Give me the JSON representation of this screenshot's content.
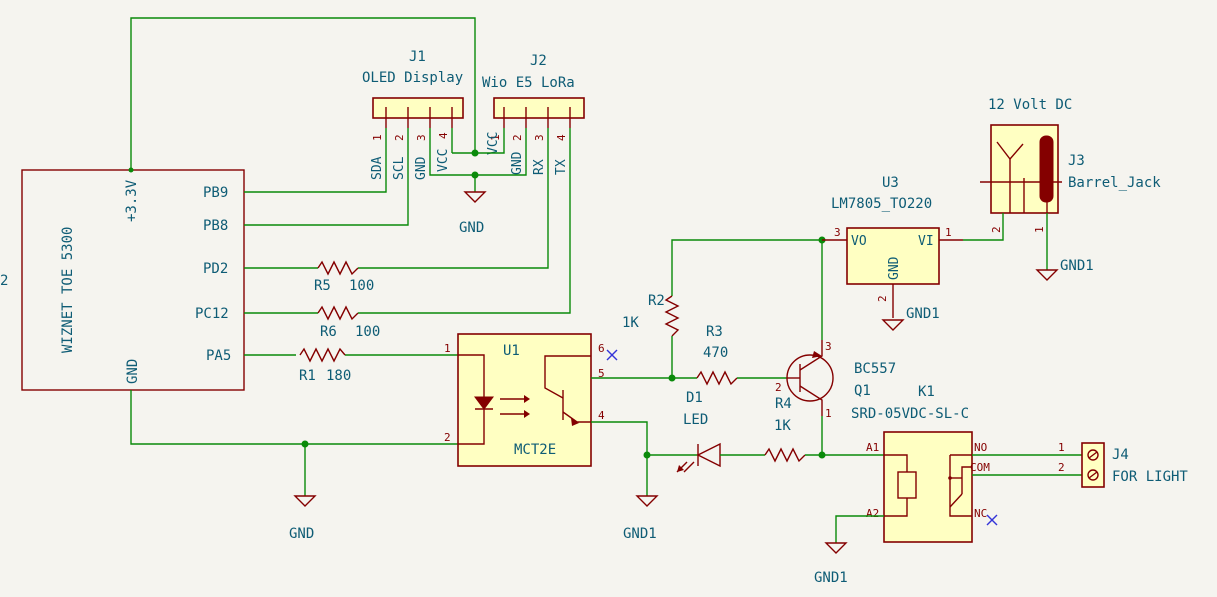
{
  "schematic": {
    "mcu": {
      "name": "WIZNET TOE 5300",
      "power_pin": "+3.3V",
      "gnd_pin": "GND",
      "left_ref": "2",
      "pins": [
        "PB9",
        "PB8",
        "PD2",
        "PC12",
        "PA5"
      ]
    },
    "j1": {
      "ref": "J1",
      "value": "OLED Display",
      "pins": [
        "SDA",
        "SCL",
        "GND",
        "VCC"
      ],
      "pin_numbers": [
        "1",
        "2",
        "3",
        "4"
      ]
    },
    "j2": {
      "ref": "J2",
      "value": "Wio E5 LoRa",
      "pins": [
        "VCC",
        "GND",
        "RX",
        "TX"
      ],
      "pin_numbers": [
        "1",
        "2",
        "3",
        "4"
      ]
    },
    "r5": {
      "ref": "R5",
      "value": "100"
    },
    "r6": {
      "ref": "R6",
      "value": "100"
    },
    "r1": {
      "ref": "R1",
      "value": "180"
    },
    "r2": {
      "ref": "R2",
      "value": "1K"
    },
    "r3": {
      "ref": "R3",
      "value": "470"
    },
    "r4": {
      "ref": "R4",
      "value": "1K"
    },
    "u1": {
      "ref": "U1",
      "value": "MCT2E",
      "pin_numbers": [
        "1",
        "2",
        "4",
        "5",
        "6"
      ]
    },
    "u3": {
      "ref": "U3",
      "value": "LM7805_TO220",
      "vo": "VO",
      "vi": "VI",
      "gnd": "GND",
      "pin_numbers": [
        "3",
        "1",
        "2"
      ]
    },
    "q1": {
      "ref": "Q1",
      "value": "BC557",
      "pin_numbers": [
        "3",
        "2",
        "1"
      ]
    },
    "d1": {
      "ref": "D1",
      "value": "LED"
    },
    "k1": {
      "ref": "K1",
      "value": "SRD-05VDC-SL-C",
      "a1": "A1",
      "a2": "A2",
      "no": "NO",
      "com": "COM",
      "nc": "NC"
    },
    "j3": {
      "ref": "J3",
      "value": "Barrel_Jack",
      "label": "12 Volt DC",
      "pin_numbers": [
        "2",
        "1"
      ]
    },
    "j4": {
      "ref": "J4",
      "value": "FOR LIGHT",
      "pin_numbers": [
        "1",
        "2"
      ]
    },
    "power": {
      "gnd": "GND",
      "gnd1": "GND1"
    }
  }
}
